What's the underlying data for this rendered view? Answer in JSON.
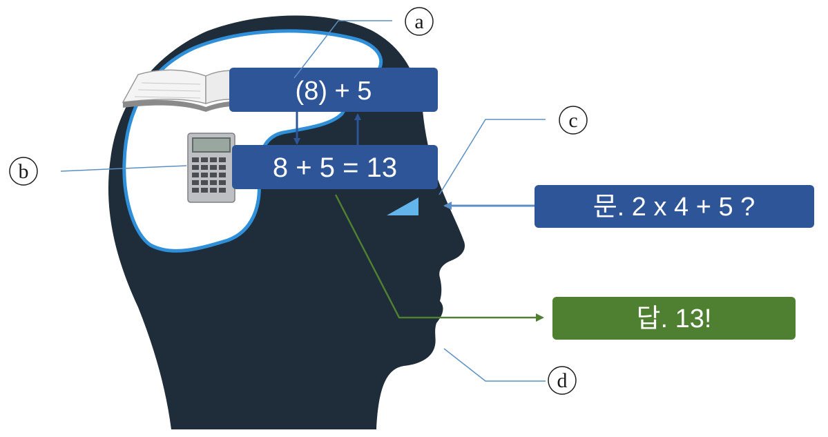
{
  "boxes": {
    "top_expression": "(8) + 5",
    "middle_expression": "8 + 5 = 13",
    "question": "문. 2 x 4 + 5 ?",
    "answer": "답. 13!"
  },
  "labels": {
    "a": "a",
    "b": "b",
    "c": "c",
    "d": "d"
  },
  "icons": {
    "book": "open-book-icon",
    "calculator": "calculator-icon"
  },
  "colors": {
    "head": "#1e2d39",
    "brain_outline": "#2f8fd8",
    "box_blue": "#2e5597",
    "box_green": "#4f7f31",
    "eye": "#63b4ea",
    "leader_line": "#5b8fc4",
    "green_arrow": "#4f7f31"
  }
}
